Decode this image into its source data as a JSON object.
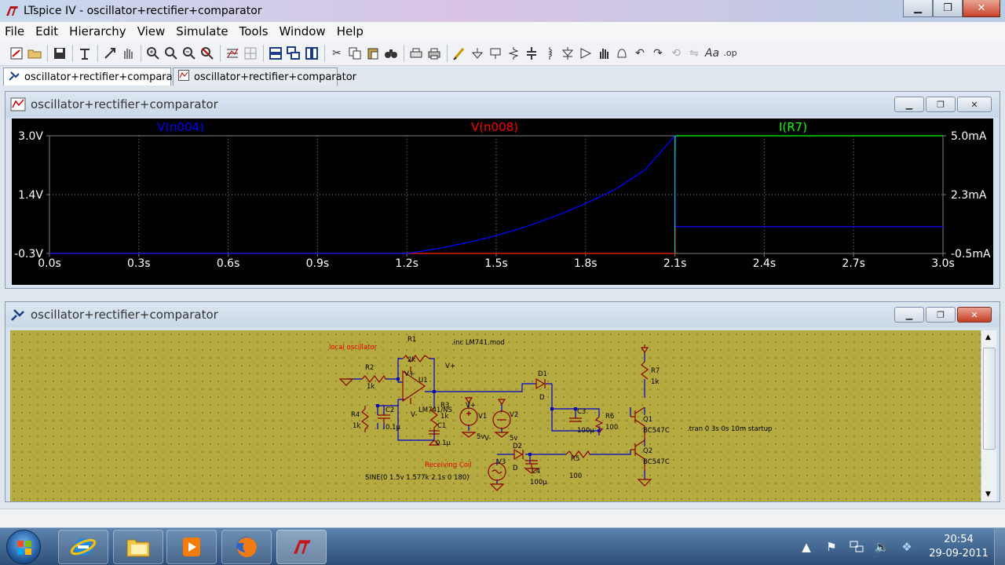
{
  "window": {
    "title": "LTspice IV - oscillator+rectifier+comparator",
    "min_glyph": "▁",
    "max_glyph": "❐",
    "close_glyph": "✕"
  },
  "menu": [
    "File",
    "Edit",
    "Hierarchy",
    "View",
    "Simulate",
    "Tools",
    "Window",
    "Help"
  ],
  "tabs": [
    {
      "label": "oscillator+rectifier+comparator",
      "icon": "schematic-icon",
      "active": true
    },
    {
      "label": "oscillator+rectifier+comparator",
      "icon": "waveform-icon",
      "active": false
    }
  ],
  "plot_window": {
    "title": "oscillator+rectifier+comparator",
    "traces": [
      {
        "label": "V(n004)",
        "color": "#0000ff"
      },
      {
        "label": "V(n008)",
        "color": "#ff0000"
      },
      {
        "label": "I(R7)",
        "color": "#00ff00"
      }
    ],
    "y_left_ticks": [
      "3.0V",
      "1.4V",
      "-0.3V"
    ],
    "y_right_ticks": [
      "5.0mA",
      "2.3mA",
      "-0.5mA"
    ],
    "x_ticks": [
      "0.0s",
      "0.3s",
      "0.6s",
      "0.9s",
      "1.2s",
      "1.5s",
      "1.8s",
      "2.1s",
      "2.4s",
      "2.7s",
      "3.0s"
    ]
  },
  "chart_data": {
    "type": "line",
    "xlim": [
      0,
      3.0
    ],
    "ylim_left": [
      -0.3,
      3.0
    ],
    "ylim_right": [
      -0.5,
      5.0
    ],
    "series": [
      {
        "name": "V(n004)",
        "axis": "left",
        "x": [
          0.0,
          1.2,
          1.3,
          1.4,
          1.5,
          1.6,
          1.7,
          1.8,
          1.9,
          2.0,
          2.1,
          2.101,
          3.0
        ],
        "values": [
          -0.3,
          -0.3,
          -0.17,
          0.0,
          0.2,
          0.45,
          0.75,
          1.1,
          1.5,
          2.05,
          3.0,
          0.45,
          0.45
        ]
      },
      {
        "name": "V(n008)",
        "axis": "left",
        "x": [
          0.0,
          2.1,
          2.101,
          3.0
        ],
        "values": [
          -0.3,
          -0.3,
          0.45,
          0.45
        ]
      },
      {
        "name": "I(R7)",
        "axis": "right",
        "x": [
          0.0,
          2.1,
          2.101,
          3.0
        ],
        "values": [
          -0.5,
          -0.5,
          5.0,
          5.0
        ]
      }
    ],
    "grid": true
  },
  "schematic_window": {
    "title": "oscillator+rectifier+comparator",
    "labels": {
      "local_osc": "local oscillator",
      "receiving": "Receiving Coil",
      "inc": ".inc LM741.mod",
      "tran": ".tran 0 3s 0s 10m startup",
      "sine": "SINE(0 1.5v 1.577k 2.1s 0 180)",
      "R1": "R1",
      "R1v": "2k",
      "R2": "R2",
      "R2v": "1k",
      "R3": "R3",
      "R3v": "1k",
      "R4": "R4",
      "R4v": "1k",
      "R5": "R5",
      "R5v": "100",
      "R6": "R6",
      "R6v": "100",
      "R7": "R7",
      "R7v": "1k",
      "C1": "C1",
      "C1v": "0.1µ",
      "C2": "C2",
      "C2v": "0.1µ",
      "C3": "C3",
      "C3v": "100µ",
      "C4": "C4",
      "C4v": "100µ",
      "D1": "D1",
      "D1v": "D",
      "D2": "D2",
      "D2v": "D",
      "U1": "U1",
      "U1v": "LM741/NS",
      "V1": "V1",
      "V1v": "5v",
      "V2": "V2",
      "V2v": "5v",
      "V3": "V3",
      "Q1": "Q1",
      "Q1v": "BC547C",
      "Q2": "Q2",
      "Q2v": "BC547C",
      "vplus": "V+",
      "vminus": "V-",
      "vplus2": "V+",
      "vminus2": "V-",
      "vplus3": "V+"
    }
  },
  "taskbar": {
    "time": "20:54",
    "date": "29-09-2011"
  }
}
